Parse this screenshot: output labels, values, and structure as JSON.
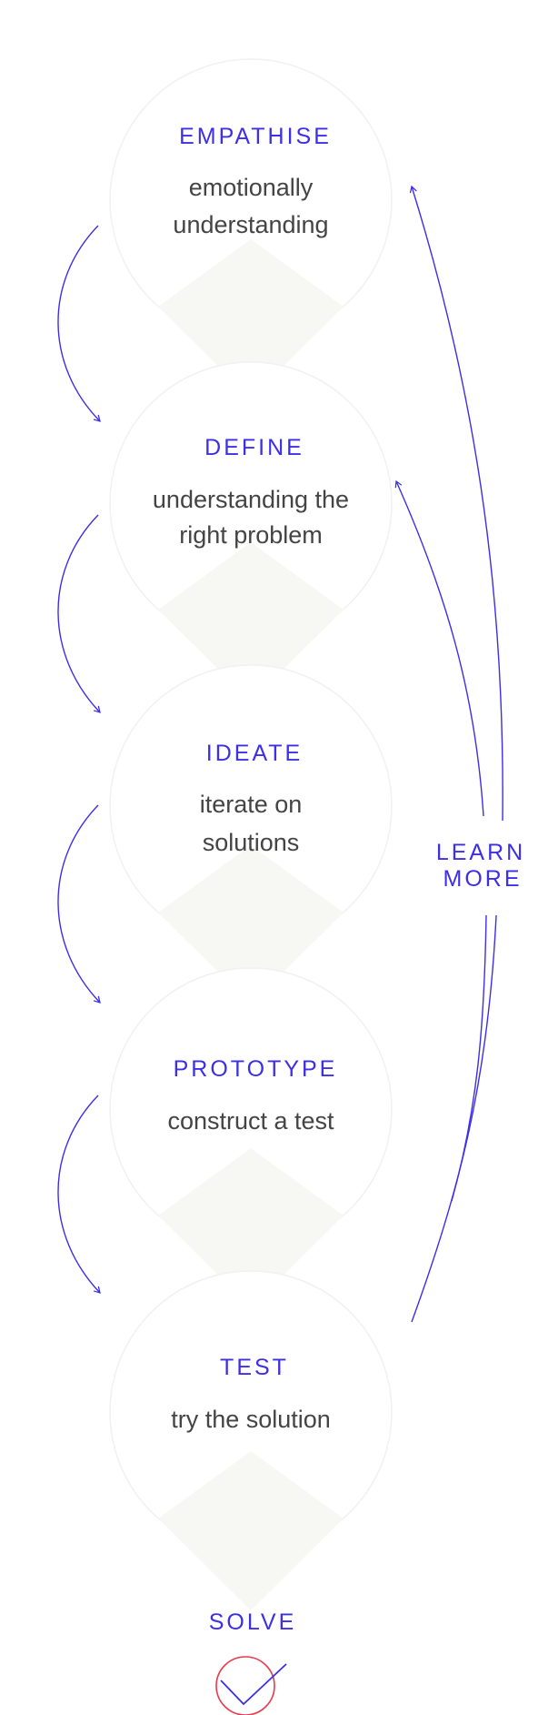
{
  "colors": {
    "accent": "#3d2ee8",
    "text": "#444444",
    "diamond": "#f7f7f4",
    "circle_stroke": "#f1f1f1",
    "check_circle": "#e83a4a"
  },
  "stages": [
    {
      "title": "EMPATHISE",
      "desc_line1": "emotionally",
      "desc_line2": "understanding"
    },
    {
      "title": "DEFINE",
      "desc_line1": "understanding the",
      "desc_line2": "right problem"
    },
    {
      "title": "IDEATE",
      "desc_line1": "iterate on",
      "desc_line2": "solutions"
    },
    {
      "title": "PROTOTYPE",
      "desc_line1": "construct a test",
      "desc_line2": ""
    },
    {
      "title": "TEST",
      "desc_line1": "try the solution",
      "desc_line2": ""
    }
  ],
  "learn_more": {
    "line1": "LEARN",
    "line2": "MORE"
  },
  "solve": {
    "label": "SOLVE",
    "icon": "checkmark-in-circle-icon"
  }
}
